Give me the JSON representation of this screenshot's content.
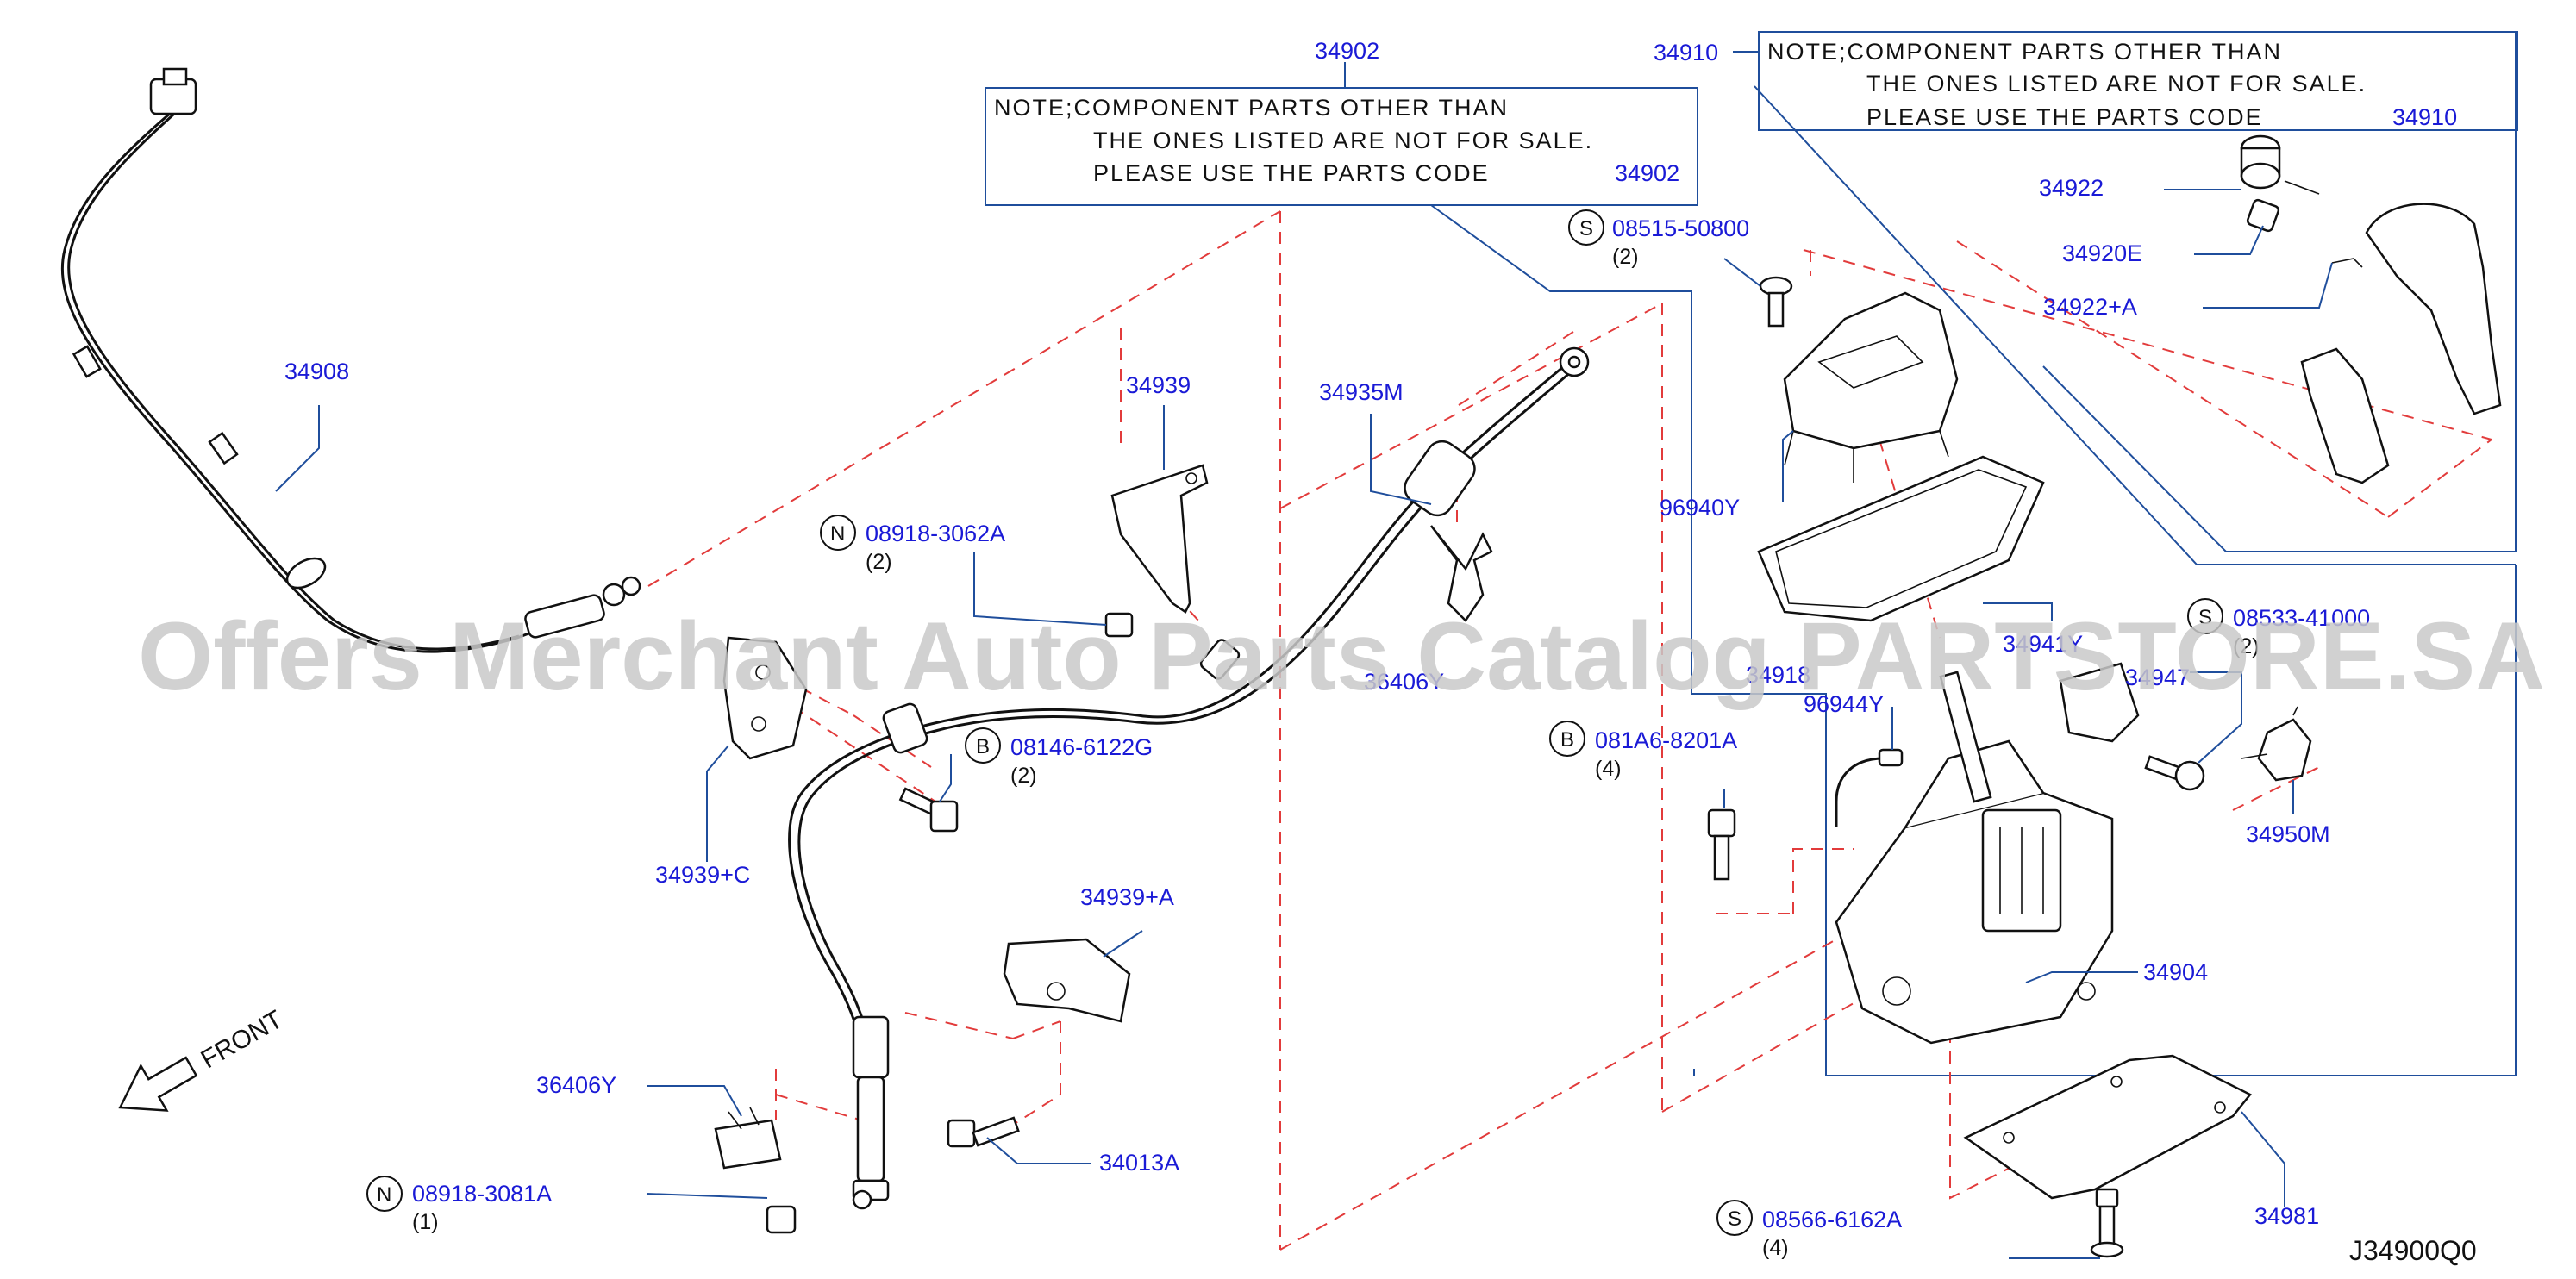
{
  "diagram_code": "J34900Q0",
  "watermark": "Offers Merchant Auto Parts Catalog PARTSTORE.SA",
  "front_label": "FRONT",
  "notes": [
    {
      "id": "34902",
      "line1": "NOTE;COMPONENT  PARTS  OTHER  THAN",
      "line2": "THE  ONES  LISTED  ARE  NOT  FOR  SALE.",
      "line3": "PLEASE  USE  THE  PARTS  CODE",
      "code": "34902"
    },
    {
      "id": "34910",
      "line1": "NOTE;COMPONENT  PARTS  OTHER  THAN",
      "line2": "THE  ONES  LISTED  ARE  NOT  FOR  SALE.",
      "line3": "PLEASE  USE  THE  PARTS  CODE",
      "code": "34910"
    }
  ],
  "callouts": {
    "p34902": "34902",
    "p34910": "34910",
    "p34908": "34908",
    "p34939": "34939",
    "p34935M": "34935M",
    "p36406Y_top": "36406Y",
    "p34939C": "34939+C",
    "p34939A": "34939+A",
    "p36406Y_bottom": "36406Y",
    "p34013A": "34013A",
    "p34922": "34922",
    "p34920E": "34920E",
    "p34922A": "34922+A",
    "p96940Y": "96940Y",
    "p34941Y": "34941Y",
    "p34918": "34918",
    "p34947": "34947",
    "p96944Y": "96944Y",
    "p34950M": "34950M",
    "p34904": "34904",
    "p34981": "34981"
  },
  "fasteners": [
    {
      "key": "f1",
      "symbol": "S",
      "part": "08515-50800",
      "qty": "(2)"
    },
    {
      "key": "f2",
      "symbol": "N",
      "part": "08918-3062A",
      "qty": "(2)"
    },
    {
      "key": "f3",
      "symbol": "B",
      "part": "08146-6122G",
      "qty": "(2)"
    },
    {
      "key": "f4",
      "symbol": "B",
      "part": "081A6-8201A",
      "qty": "(4)"
    },
    {
      "key": "f5",
      "symbol": "S",
      "part": "08533-41000",
      "qty": "(2)"
    },
    {
      "key": "f6",
      "symbol": "N",
      "part": "08918-3081A",
      "qty": "(1)"
    },
    {
      "key": "f7",
      "symbol": "S",
      "part": "08566-6162A",
      "qty": "(4)"
    }
  ],
  "colors": {
    "callout_text": "#1a1ad6",
    "leader_line": "#1f4e9c",
    "phantom_line": "#e23b3b",
    "part_outline": "#111111",
    "watermark": "#c9c9c9"
  }
}
